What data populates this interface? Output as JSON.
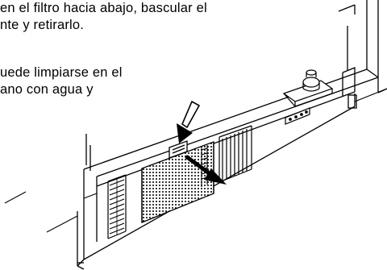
{
  "text": {
    "line1": "en el filtro hacia abajo, bascular el",
    "line2": "nte y retirarlo.",
    "line3": "uede limpiarse en el",
    "line4": "ano  con  agua  y"
  },
  "illustration": {
    "subject": "appliance base with removable front filter grille",
    "arrow_down_icon": "arrow-down-icon",
    "arrow_out_icon": "arrow-diagonal-out-icon",
    "stroke_color": "#000000",
    "background_color": "#ffffff"
  }
}
